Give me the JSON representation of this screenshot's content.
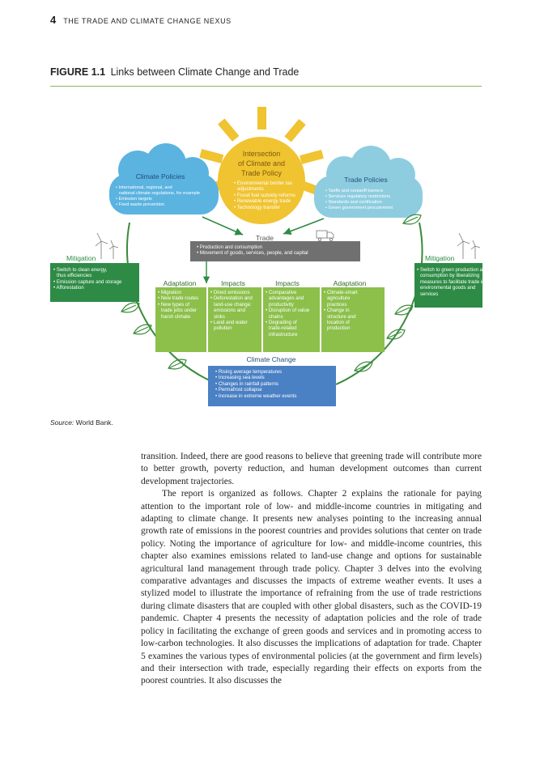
{
  "header": {
    "page_number": "4",
    "running_title": "THE TRADE AND CLIMATE CHANGE NEXUS"
  },
  "figure": {
    "label": "FIGURE 1.1",
    "title": "Links between Climate Change and Trade",
    "intersection": {
      "title_lines": [
        "Intersection",
        "of Climate and",
        "Trade Policy"
      ],
      "items": [
        "• Environmental border tax",
        "  adjustments",
        "• Fossil fuel subsidy reforms",
        "• Renewable energy trade",
        "• Technology transfer"
      ]
    },
    "climate_policies": {
      "title": "Climate Policies",
      "items": [
        "• International, regional, and",
        "  national climate regulations, for example",
        "• Emission targets",
        "• Food waste prevention"
      ]
    },
    "trade_policies": {
      "title": "Trade Policies",
      "items": [
        "• Tariffs and nontariff barriers",
        "• Services regulatory restrictions",
        "• Standards and certification",
        "• Green government procurement"
      ]
    },
    "trade": {
      "title": "Trade",
      "items": [
        "• Production and consumption",
        "• Movement of goods, services, people, and capital"
      ]
    },
    "mitigation_left": {
      "title": "Mitigation",
      "items": [
        "• Switch to clean energy,",
        "  thus efficiencies",
        "• Emission capture and storage",
        "• Afforestation"
      ]
    },
    "mitigation_right": {
      "title": "Mitigation",
      "items": [
        "• Switch to green production and",
        "  consumption by liberalizing",
        "  measures to facilitate trade in",
        "  environmental  goods and",
        "  services"
      ]
    },
    "columns": [
      {
        "title": "Adaptation",
        "items": [
          "• Migration",
          "• New trade routes",
          "• New types of",
          "  trade jobs  under",
          "  harsh climate"
        ]
      },
      {
        "title": "Impacts",
        "items": [
          "• Direct emissions",
          "• Deforestation and",
          "  land-use change:",
          "  emissions and",
          "  sinks",
          "• Land and water",
          "  pollution"
        ]
      },
      {
        "title": "Impacts",
        "items": [
          "• Comparative",
          "  advantages and",
          "  productivity",
          "• Disruption of value",
          "  chains",
          "• Degrading of",
          "  trade-related",
          "  infrastructure"
        ]
      },
      {
        "title": "Adaptation",
        "items": [
          "• Climate-smart",
          "  agriculture",
          "  practices",
          "• Change in",
          "  structure and",
          "  location of",
          "  production"
        ]
      }
    ],
    "climate_change": {
      "title": "Climate Change",
      "items": [
        "• Rising average temperatures",
        "• Increasing sea levels",
        "• Changes in rainfall patterns",
        "• Permafrost collapse",
        "• Increase in extreme weather events"
      ]
    },
    "source_label": "Source:",
    "source_text": " World Bank.",
    "colors": {
      "sun": "#f0c330",
      "cloud_left": "#5bb3e0",
      "cloud_right": "#8ecde0",
      "trade_box": "#707070",
      "mitigation_box": "#2e8b45",
      "column_green": "#8cc04b",
      "climate_box": "#4a80c4",
      "cycle_line": "#3a8a3a"
    }
  },
  "body": {
    "paragraphs": [
      "transition. Indeed, there are good reasons to believe that greening trade will contribute more to better growth, poverty reduction, and human development outcomes than current development trajectories.",
      "The report is organized as follows. Chapter 2 explains the rationale for paying attention to the important role of low- and middle-income countries in mitigating and adapting to climate change. It presents new analyses pointing to the increasing annual growth rate of emissions in the poorest countries and provides solutions that center on trade policy. Noting the importance of agriculture for low- and middle-income countries, this chapter also examines emissions related to land-use change and options for sustainable agricultural land management through trade policy. Chapter 3 delves into the evolving comparative advantages and discusses the impacts of extreme weather events. It uses a stylized model to illustrate the importance of refraining from the use of trade restrictions during climate disasters that are coupled with other global disasters, such as the COVID-19 pandemic. Chapter 4 presents the necessity of adaptation policies and the role of trade policy in facilitating the exchange of green goods and services and in promoting access to low-carbon technologies. It also discusses the implications of adaptation for trade. Chapter 5 examines the various types of environmental policies (at the government and firm levels) and their intersection with trade, especially regarding their effects on exports from the poorest countries. It also discusses the"
    ]
  }
}
